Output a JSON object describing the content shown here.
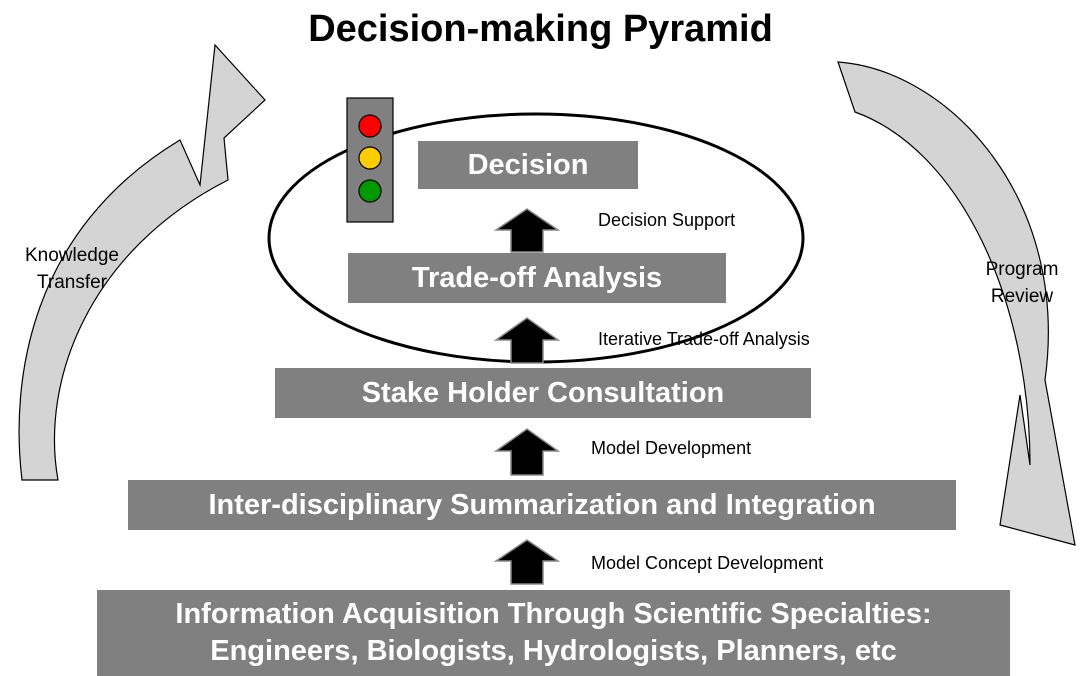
{
  "title": "Decision-making Pyramid",
  "tiers": {
    "decision": "Decision",
    "tradeoff": "Trade-off Analysis",
    "stakeholder": "Stake Holder Consultation",
    "interdisciplinary": "Inter-disciplinary Summarization and Integration",
    "information_line1": "Information Acquisition Through Scientific Specialties:",
    "information_line2": "Engineers, Biologists, Hydrologists,  Planners, etc"
  },
  "steps": {
    "decision_support": "Decision Support",
    "iterative_tradeoff": "Iterative Trade-off Analysis",
    "model_development": "Model Development",
    "model_concept": "Model Concept Development"
  },
  "sides": {
    "left_line1": "Knowledge",
    "left_line2": "Transfer",
    "right_line1": "Program",
    "right_line2": "Review"
  },
  "colors": {
    "box": "#808080",
    "curved_arrow": "#d4d4d4",
    "light_red": "#ff0000",
    "light_yellow": "#ffcc00",
    "light_green": "#009900",
    "traffic_light_body": "#808080"
  }
}
